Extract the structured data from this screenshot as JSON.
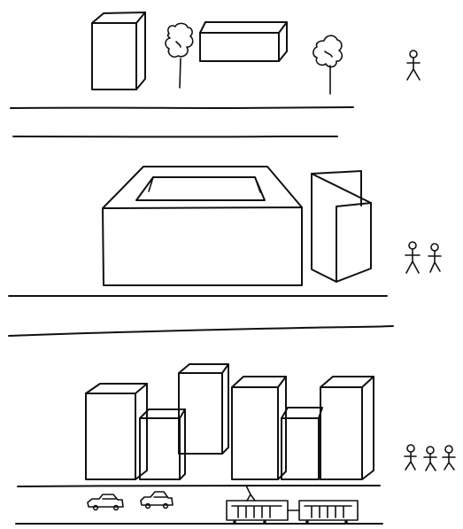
{
  "figure": {
    "ink_color": "#111111",
    "background_color": "#ffffff",
    "panels": [
      {
        "scene": "low-density",
        "people_count": 1,
        "buildings_count": 2,
        "trees_count": 2
      },
      {
        "scene": "medium-density",
        "people_count": 2,
        "buildings_count": 2,
        "courtyard": true
      },
      {
        "scene": "high-density",
        "people_count": 3,
        "towers_count": 4,
        "cars_count": 2,
        "trams_count": 2
      }
    ]
  }
}
